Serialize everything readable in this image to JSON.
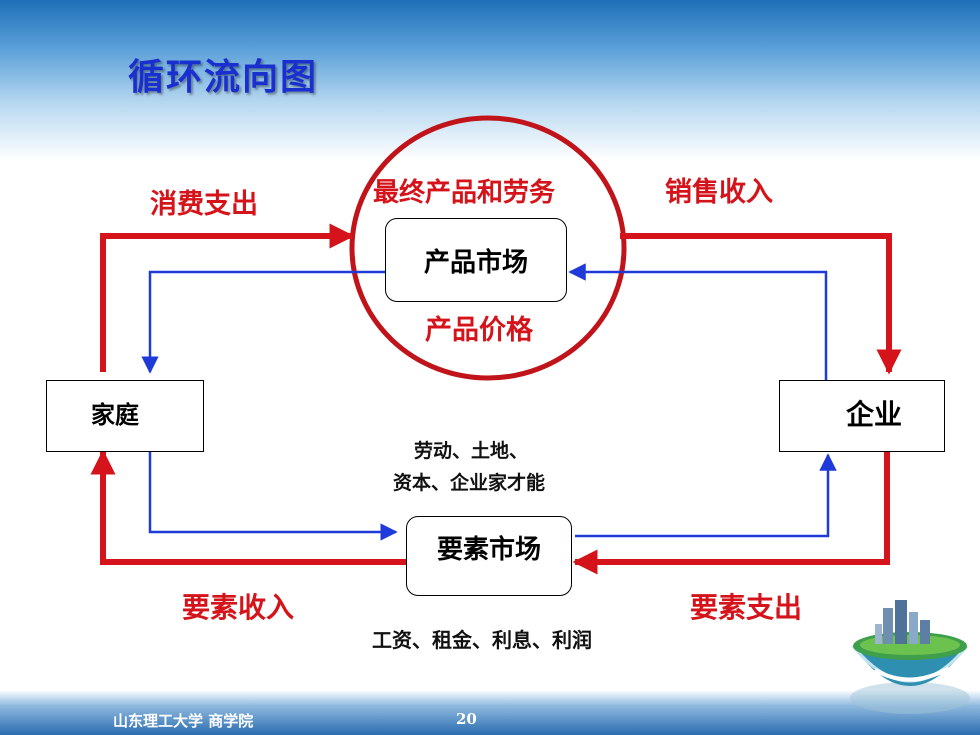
{
  "title": "循环流向图",
  "nodes": {
    "product_market": "产品市场",
    "factor_market": "要素市场",
    "household": "家庭",
    "firm": "企业"
  },
  "labels": {
    "consumption_spending": "消费支出",
    "final_goods_services": "最终产品和劳务",
    "sales_revenue": "销售收入",
    "product_price": "产品价格",
    "factors_line1": "劳动、土地、",
    "factors_line2": "资本、企业家才能",
    "factor_income": "要素收入",
    "factor_spending": "要素支出",
    "factor_payments": "工资、租金、利息、利润"
  },
  "footer": {
    "school": "山东理工大学 商学院",
    "page": "20"
  },
  "colors": {
    "title": "#1a2fd0",
    "money_flow": "#d4141a",
    "goods_flow": "#1e3ad8",
    "label_red": "#d4141a"
  }
}
